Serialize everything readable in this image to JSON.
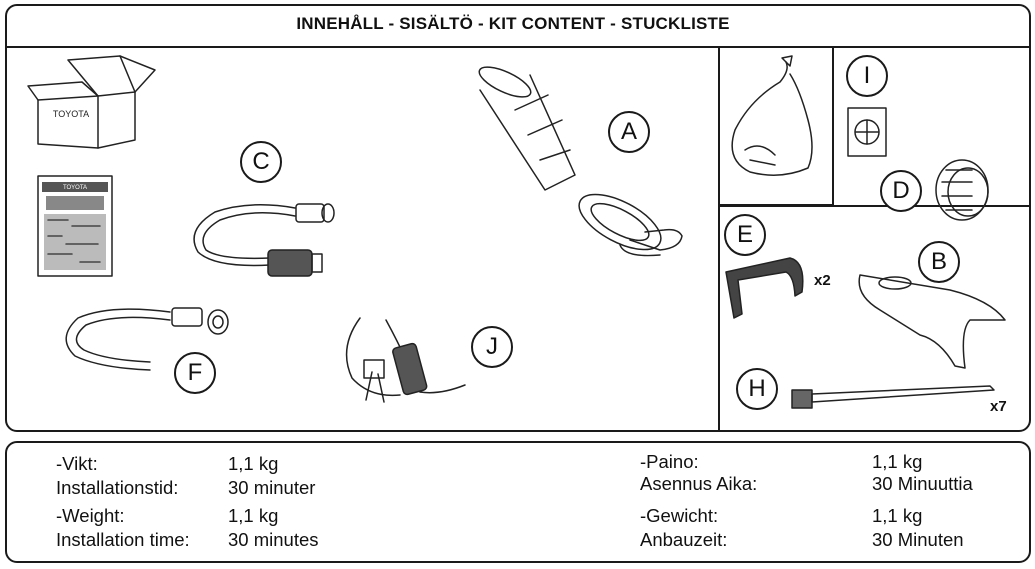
{
  "title": "INNEHÅLL - SISÄLTÖ - KIT CONTENT - STUCKLISTE",
  "box_brand": "TOYOTA",
  "manual_brand": "TOYOTA",
  "labels": {
    "A": "A",
    "B": "B",
    "C": "C",
    "D": "D",
    "E": "E",
    "F": "F",
    "H": "H",
    "I": "I",
    "J": "J"
  },
  "quantities": {
    "E": "x2",
    "H": "x7"
  },
  "specs": {
    "sv": {
      "weight_label": "-Vikt:",
      "weight_value": "1,1 kg",
      "time_label": "Installationstid:",
      "time_value": "30 minuter"
    },
    "en": {
      "weight_label": "-Weight:",
      "weight_value": "1,1 kg",
      "time_label": "Installation time:",
      "time_value": "30 minutes"
    },
    "fi": {
      "weight_label": "-Paino:",
      "weight_value": "1,1 kg",
      "time_label": "Asennus Aika:",
      "time_value": "30 Minuuttia"
    },
    "de": {
      "weight_label": "-Gewicht:",
      "weight_value": "1,1 kg",
      "time_label": "Anbauzeit:",
      "time_value": "30 Minuten"
    }
  }
}
